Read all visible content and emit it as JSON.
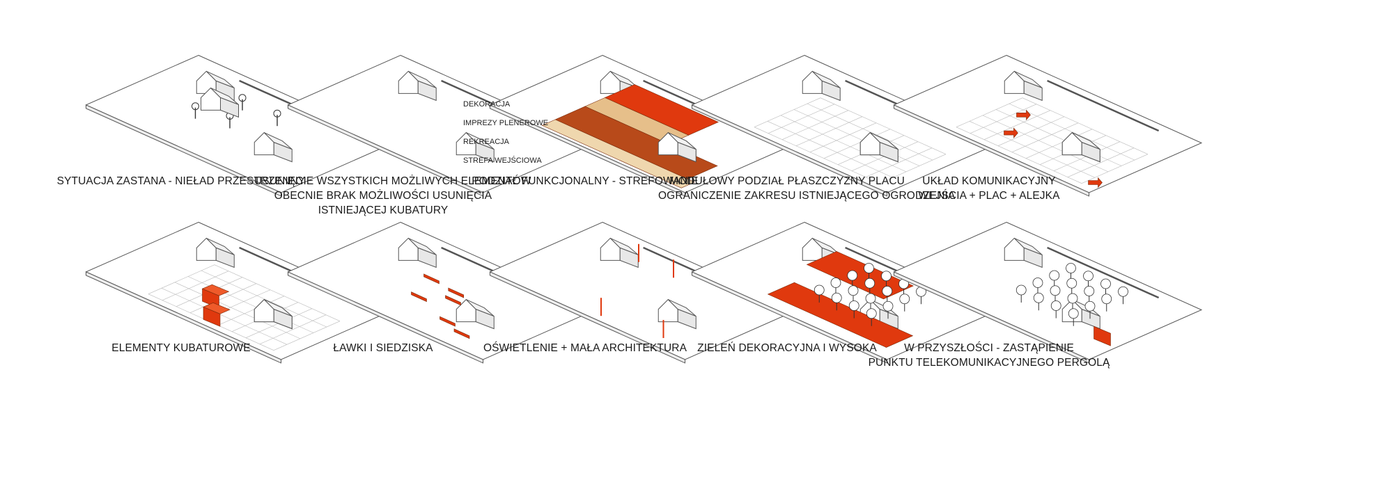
{
  "panels": [
    {
      "id": "p1",
      "lines": [
        "SYTUACJA  ZASTANA - NIEŁAD PRZESTRZENNY"
      ]
    },
    {
      "id": "p2",
      "lines": [
        "USUNIĘCIE WSZYSTKICH MOŻLIWYCH ELEMENTÓW",
        "OBECNIE BRAK MOŻLIWOŚCI USUNIĘCIA",
        "ISTNIEJĄCEJ KUBATURY"
      ]
    },
    {
      "id": "p3",
      "lines": [
        "PODZIAŁ FUNKCJONALNY - STREFOWANIE"
      ],
      "zones": [
        "DEKORACJA",
        "IMPREZY PLENEROWE",
        "REKREACJA",
        "STREFA WEJŚCIOWA"
      ]
    },
    {
      "id": "p4",
      "lines": [
        "MODUŁOWY PODZIAŁ PŁASZCZYZNY PLACU",
        "OGRANICZENIE ZAKRESU ISTNIEJĄCEGO OGRODZENIA"
      ]
    },
    {
      "id": "p5",
      "lines": [
        "UKŁAD KOMUNIKACYJNY",
        "WEJŚCIA + PLAC + ALEJKA"
      ]
    },
    {
      "id": "p6",
      "lines": [
        "ELEMENTY KUBATUROWE"
      ]
    },
    {
      "id": "p7",
      "lines": [
        "ŁAWKI I SIEDZISKA"
      ]
    },
    {
      "id": "p8",
      "lines": [
        "OŚWIETLENIE + MAŁA ARCHITEKTURA"
      ]
    },
    {
      "id": "p9",
      "lines": [
        "ZIELEŃ DEKORACYJNA I WYSOKA"
      ]
    },
    {
      "id": "p10",
      "lines": [
        "W PRZYSZŁOŚCI   -   ZASTĄPIENIE",
        "PUNKTU TELEKOMUNIKACYJNEGO PERGOLĄ"
      ]
    }
  ],
  "colors": {
    "accent_red": "#e0390e",
    "dark_orange": "#b84a1a",
    "light_tan": "#e6bf8a",
    "pale_tan": "#efd7ae",
    "line": "#555555"
  }
}
